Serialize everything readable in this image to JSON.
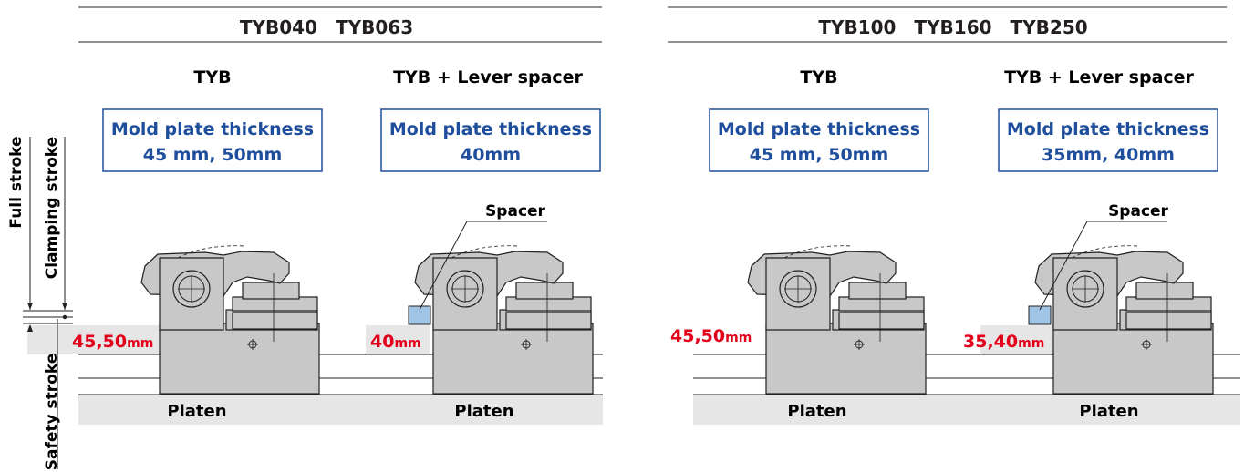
{
  "left_group": {
    "title": "TYB040　TYB063",
    "panels": [
      {
        "heading": "TYB",
        "box_line1": "Mold plate thickness",
        "box_line2": "45 mm, 50mm",
        "thickness": "45,50",
        "unit": "mm",
        "platen": "Platen"
      },
      {
        "heading": "TYB + Lever spacer",
        "box_line1": "Mold plate thickness",
        "box_line2": "40mm",
        "thickness": "40",
        "unit": "mm",
        "platen": "Platen",
        "spacer": "Spacer"
      }
    ]
  },
  "right_group": {
    "title": "TYB100　TYB160　TYB250",
    "panels": [
      {
        "heading": "TYB",
        "box_line1": "Mold plate thickness",
        "box_line2": "45 mm, 50mm",
        "thickness": "45,50",
        "unit": "mm",
        "platen": "Platen"
      },
      {
        "heading": "TYB + Lever spacer",
        "box_line1": "Mold plate thickness",
        "box_line2": "35mm, 40mm",
        "thickness": "35,40",
        "unit": "mm",
        "platen": "Platen",
        "spacer": "Spacer"
      }
    ]
  },
  "stroke_labels": {
    "full": "Full stroke",
    "clamping": "Clamping stroke",
    "safety": "Safety stroke"
  },
  "colors": {
    "box_border": "#1f4f9c",
    "box_text": "#1f4f9c",
    "dimension_text": "#e2001a",
    "body_fill": "#c8c8c8",
    "platen_fill": "#e6e6e6",
    "spacer_fill": "#9fc4e4",
    "outline": "#231f20"
  }
}
